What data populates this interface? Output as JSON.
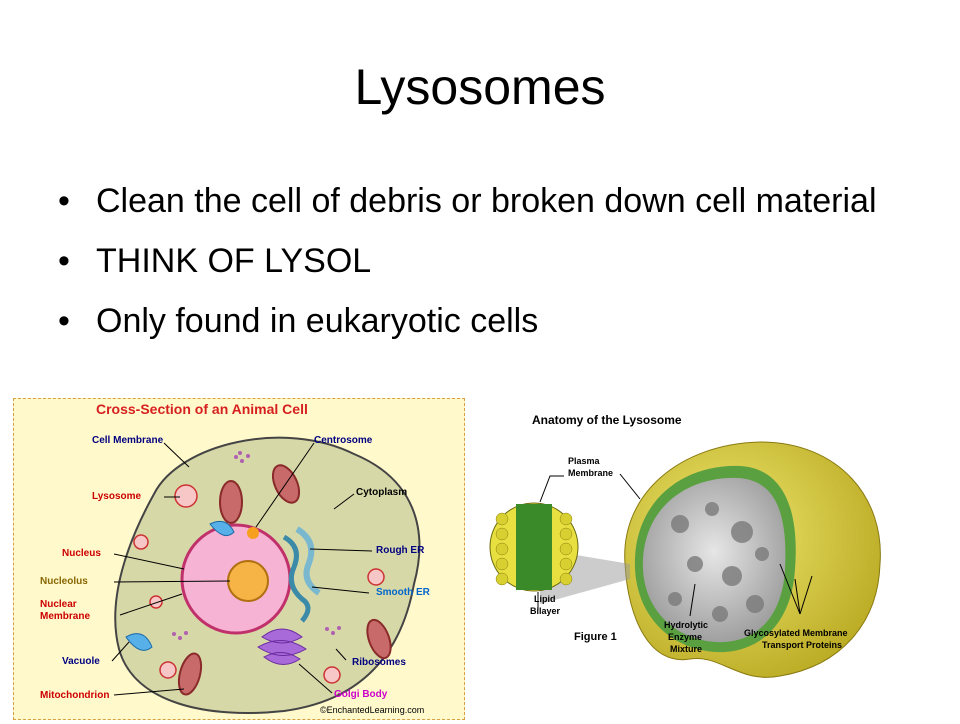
{
  "slide": {
    "title": "Lysosomes",
    "bullet_char": "•",
    "bullets": [
      "Clean the cell of debris or broken down cell material",
      "THINK OF LYSOL",
      "Only found in eukaryotic cells"
    ]
  },
  "animal_cell": {
    "title": "Cross-Section of an Animal Cell",
    "labels": {
      "cell_membrane": "Cell Membrane",
      "centrosome": "Centrosome",
      "lysosome": "Lysosome",
      "cytoplasm": "Cytoplasm",
      "nucleus": "Nucleus",
      "rough_er": "Rough ER",
      "nucleolus": "Nucleolus",
      "smooth_er": "Smooth ER",
      "nuclear_membrane_1": "Nuclear",
      "nuclear_membrane_2": "Membrane",
      "vacuole": "Vacuole",
      "ribosomes": "Ribosomes",
      "mitochondrion": "Mitochondrion",
      "golgi": "Golgi Body",
      "credit": "©EnchantedLearning.com"
    },
    "colors": {
      "title": "#d62020",
      "red_label": "#cc0000",
      "blue_label": "#0066cc",
      "pink_label": "#cc00cc",
      "navy_label": "#000080",
      "olive_label": "#886600"
    }
  },
  "lysosome_anatomy": {
    "title": "Anatomy of the Lysosome",
    "labels": {
      "plasma_1": "Plasma",
      "plasma_2": "Membrane",
      "lipid_1": "Lipid",
      "lipid_2": "Bilayer",
      "figure": "Figure 1",
      "hydro_1": "Hydrolytic",
      "hydro_2": "Enzyme",
      "hydro_3": "Mixture",
      "glyco_1": "Glycosylated Membrane",
      "glyco_2": "Transport Proteins"
    }
  }
}
